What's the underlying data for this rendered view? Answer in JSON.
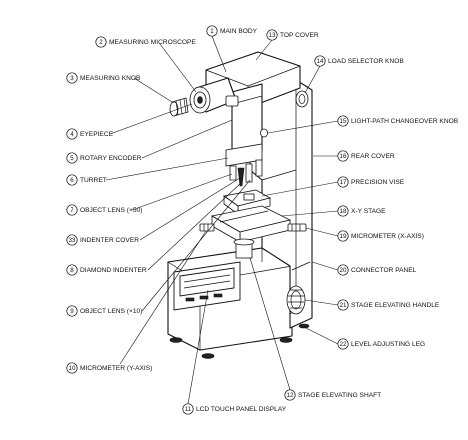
{
  "callouts": [
    {
      "n": "1",
      "text": "MAIN BODY"
    },
    {
      "n": "2",
      "text": "MEASURING MICROSCOPE"
    },
    {
      "n": "13",
      "text": "TOP COVER"
    },
    {
      "n": "14",
      "text": "LOAD SELECTOR KNOB"
    },
    {
      "n": "3",
      "text": "MEASURING KNOB"
    },
    {
      "n": "4",
      "text": "EYEPIECE"
    },
    {
      "n": "15",
      "text": "LIGHT-PATH CHANGEOVER KNOB"
    },
    {
      "n": "5",
      "text": "ROTARY ENCODER"
    },
    {
      "n": "16",
      "text": "REAR COVER"
    },
    {
      "n": "6",
      "text": "TURRET"
    },
    {
      "n": "17",
      "text": "PRECISION VISE"
    },
    {
      "n": "7",
      "text": "OBJECT LENS (×50)"
    },
    {
      "n": "18",
      "text": "X-Y STAGE"
    },
    {
      "n": "33",
      "text": "INDENTER COVER"
    },
    {
      "n": "19",
      "text": "MICROMETER (X-AXIS)"
    },
    {
      "n": "8",
      "text": "DIAMOND INDENTER"
    },
    {
      "n": "20",
      "text": "CONNECTOR PANEL"
    },
    {
      "n": "9",
      "text": "OBJECT LENS (×10)"
    },
    {
      "n": "21",
      "text": "STAGE ELEVATING HANDLE"
    },
    {
      "n": "22",
      "text": "LEVEL ADJUSTING LEG"
    },
    {
      "n": "10",
      "text": "MICROMETER (Y-AXIS)"
    },
    {
      "n": "12",
      "text": "STAGE ELEVATING SHAFT"
    },
    {
      "n": "11",
      "text": "LCD TOUCH PANEL DISPLAY"
    }
  ]
}
